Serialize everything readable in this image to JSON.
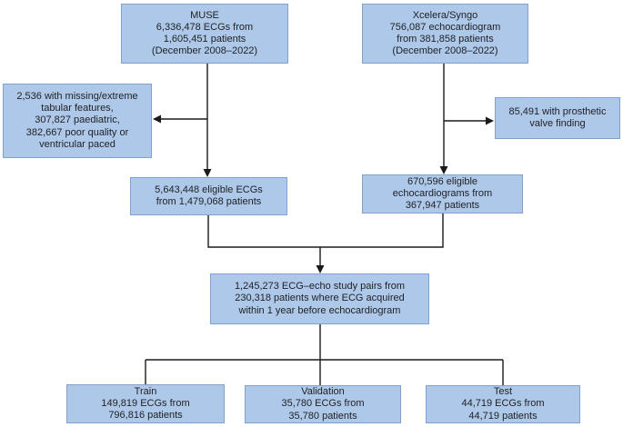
{
  "figure": {
    "type": "cohort-flow-diagram",
    "background_color": "#ffffff",
    "box_fill_color": "#adc8e8",
    "box_border_color": "#7da2cc",
    "line_color": "#1a1a1a"
  },
  "boxes": {
    "muse": {
      "lines": [
        "MUSE",
        "6,336,478 ECGs from",
        "1,605,451 patients",
        "(December 2008–2022)"
      ]
    },
    "xcelera": {
      "lines": [
        "Xcelera/Syngo",
        "756,087 echocardiogram",
        "from 381,858 patients",
        "(December 2008–2022)"
      ]
    },
    "excluded_ecg": {
      "lines": [
        "2,536 with missing/extreme",
        "tabular features,",
        "307,827 paediatric,",
        "382,667 poor quality or",
        "ventricular paced"
      ]
    },
    "excluded_echo": {
      "lines": [
        "85,491 with prosthetic",
        "valve finding"
      ]
    },
    "eligible_ecg": {
      "lines": [
        "5,643,448 eligible ECGs",
        "from 1,479,068 patients"
      ]
    },
    "eligible_echo": {
      "lines": [
        "670,596 eligible",
        "echocardiograms from",
        "367,947 patients"
      ]
    },
    "pairs": {
      "lines": [
        "1,245,273 ECG–echo study pairs from",
        "230,318 patients where ECG acquired",
        "within 1 year before echocardiogram"
      ]
    },
    "train": {
      "lines": [
        "Train",
        "149,819 ECGs from",
        "796,816 patients"
      ]
    },
    "validation": {
      "lines": [
        "Validation",
        "35,780 ECGs from",
        "35,780 patients"
      ]
    },
    "test": {
      "lines": [
        "Test",
        "44,719 ECGs from",
        "44,719 patients"
      ]
    }
  }
}
